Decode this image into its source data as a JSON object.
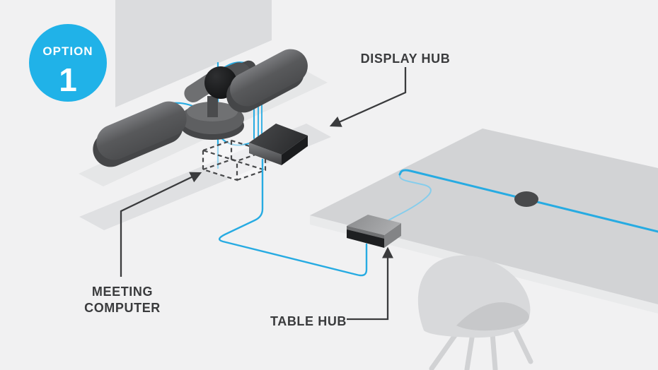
{
  "badge": {
    "label": "OPTION",
    "number": "1"
  },
  "callouts": {
    "display_hub": {
      "label": "DISPLAY HUB"
    },
    "meeting_computer": {
      "line1": "MEETING",
      "line2": "COMPUTER"
    },
    "table_hub": {
      "label": "TABLE HUB"
    }
  },
  "colors": {
    "background": "#f1f1f2",
    "badge_blue": "#20b2e8",
    "cable_blue": "#27abe2",
    "label_dark": "#3a3b3d"
  },
  "scene_items": [
    "tv-display",
    "left-speaker",
    "conference-camera",
    "right-speaker",
    "display-hub-device",
    "meeting-computer-dashed-box",
    "table-surface",
    "table-hub-device",
    "table-mic-puck",
    "chair"
  ]
}
